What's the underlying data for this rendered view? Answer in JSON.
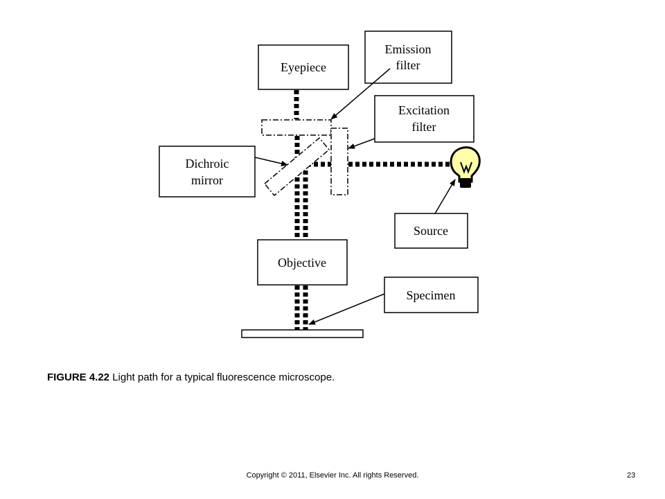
{
  "diagram": {
    "labels": {
      "eyepiece": "Eyepiece",
      "emission_filter": [
        "Emission",
        "filter"
      ],
      "excitation_filter": [
        "Excitation",
        "filter"
      ],
      "dichroic_mirror": [
        "Dichroic",
        "mirror"
      ],
      "source": "Source",
      "objective": "Objective",
      "specimen": "Specimen"
    },
    "icons": {
      "source": "light-bulb-icon",
      "bulb_color": "#FFFFAA"
    }
  },
  "caption": {
    "figure_label": "FIGURE 4.22",
    "text": " Light path for a typical fluorescence microscope."
  },
  "footer": {
    "copyright": "Copyright © 2011, Elsevier Inc. All rights Reserved.",
    "page_number": "23"
  }
}
